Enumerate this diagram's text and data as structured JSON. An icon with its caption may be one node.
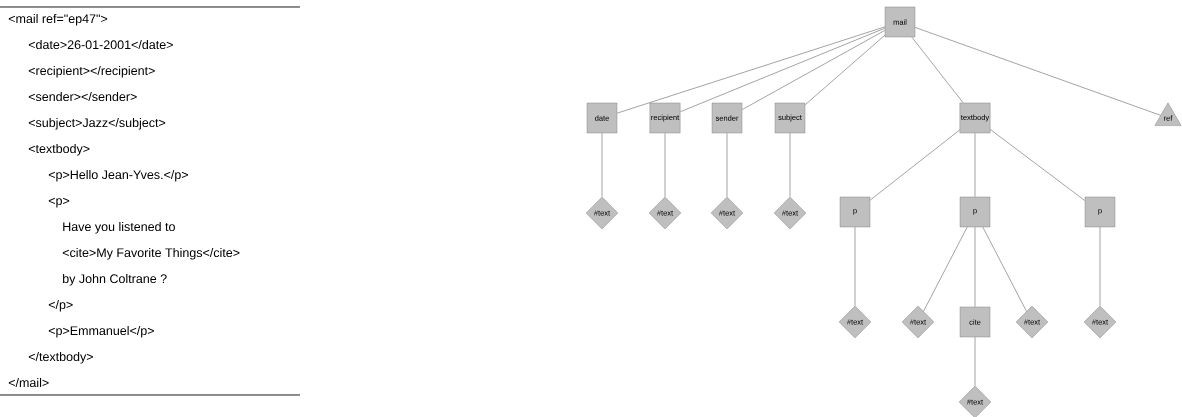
{
  "diagram": {
    "nodes": [
      {
        "text": [
          "mail"
        ]
      },
      {
        "text": [
          "date"
        ]
      },
      {
        "text": [
          "recipient"
        ]
      },
      {
        "text": [
          "sender"
        ]
      },
      {
        "text": [
          "subject"
        ]
      },
      {
        "text": [
          "textbody"
        ]
      },
      {
        "text": [
          "ref"
        ]
      },
      {
        "text": [
          "#text"
        ]
      },
      {
        "text": [
          "#text"
        ]
      },
      {
        "text": [
          "#text"
        ]
      },
      {
        "text": [
          "#text"
        ]
      },
      {
        "text": [
          "p"
        ]
      },
      {
        "text": [
          "p"
        ]
      },
      {
        "text": [
          "p"
        ]
      },
      {
        "text": [
          "#text"
        ]
      },
      {
        "text": [
          "#text"
        ]
      },
      {
        "text": [
          "cite"
        ]
      },
      {
        "text": [
          "#text"
        ]
      },
      {
        "text": [
          "#text"
        ]
      },
      {
        "text": [
          "#text"
        ]
      }
    ],
    "edges": [
      {
        "from": 0,
        "to": 1,
        "arrow": "none"
      },
      {
        "from": 0,
        "to": 2,
        "arrow": "none"
      },
      {
        "from": 0,
        "to": 3,
        "arrow": "none"
      },
      {
        "from": 0,
        "to": 4,
        "arrow": "none"
      },
      {
        "from": 0,
        "to": 5,
        "arrow": "none"
      },
      {
        "from": 0,
        "to": 6,
        "arrow": "none"
      },
      {
        "from": 1,
        "to": 7,
        "arrow": "none"
      },
      {
        "from": 2,
        "to": 8,
        "arrow": "none"
      },
      {
        "from": 3,
        "to": 9,
        "arrow": "none"
      },
      {
        "from": 4,
        "to": 10,
        "arrow": "none"
      },
      {
        "from": 5,
        "to": 11,
        "arrow": "none"
      },
      {
        "from": 5,
        "to": 12,
        "arrow": "none"
      },
      {
        "from": 5,
        "to": 13,
        "arrow": "none"
      },
      {
        "from": 11,
        "to": 14,
        "arrow": "none"
      },
      {
        "from": 12,
        "to": 15,
        "arrow": "none"
      },
      {
        "from": 12,
        "to": 16,
        "arrow": "none"
      },
      {
        "from": 12,
        "to": 17,
        "arrow": "none"
      },
      {
        "from": 13,
        "to": 18,
        "arrow": "none"
      },
      {
        "from": 16,
        "to": 19,
        "arrow": "none"
      }
    ],
    "labels": [
      "<mail ref=\"ep47\">",
      "<date>26-01-2001</date>",
      "<recipient></recipient>",
      "<sender></sender>",
      "<subject>Jazz</subject>",
      "<textbody>",
      "<p>Hello Jean-Yves.</p>",
      "<p>",
      "Have you listened to",
      "<cite>My Favorite Things</cite>",
      "by John Coltrane ?",
      "</p>",
      "<p>Emmanuel</p>",
      "</textbody>",
      "</mail>"
    ]
  }
}
